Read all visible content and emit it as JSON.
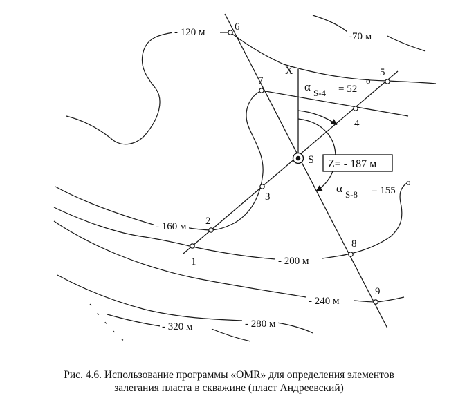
{
  "contour_labels": {
    "c120": "- 120 м",
    "c70": "-70 м",
    "c160": "- 160 м",
    "c200": "- 200 м",
    "c240": "- 240 м",
    "c280": "- 280 м",
    "c320": "- 320 м"
  },
  "points": {
    "p1": "1",
    "p2": "2",
    "p3": "3",
    "p4": "4",
    "p5": "5",
    "p6": "6",
    "p7": "7",
    "p8": "8",
    "p9": "9"
  },
  "well": {
    "label": "S",
    "depth": "Z= - 187 м"
  },
  "axis_label": "X",
  "angles": {
    "s4": {
      "alpha": "α",
      "sub": "S-4",
      "value": "= 52",
      "deg": "o"
    },
    "s8": {
      "alpha": "α",
      "sub": "S-8",
      "value": "= 155",
      "deg": "o"
    }
  },
  "caption": {
    "line1": "Рис. 4.6. Использование программы «OMR» для определения элементов",
    "line2": "залегания пласта в скважине (пласт Андреевский)"
  }
}
